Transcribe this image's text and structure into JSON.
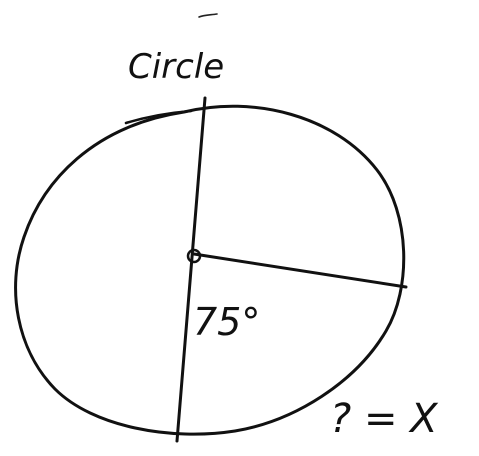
{
  "diagram": {
    "title": "Circle",
    "angle_label": "75°",
    "question_label": "? = X",
    "colors": {
      "ink": "#111111",
      "background": "#ffffff"
    }
  }
}
